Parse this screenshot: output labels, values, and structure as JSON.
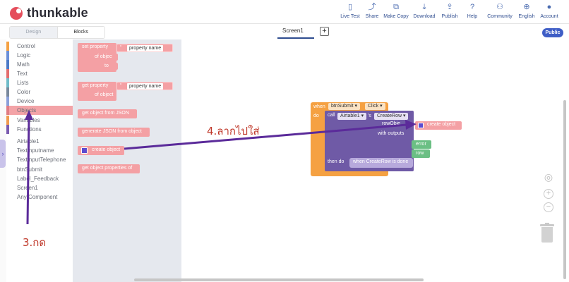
{
  "app": {
    "logo_text": "thunkable"
  },
  "topnav": [
    {
      "label": "Live Test",
      "icon": "phone-icon",
      "glyph": "▯"
    },
    {
      "label": "Share",
      "icon": "share-icon",
      "glyph": "⤴"
    },
    {
      "label": "Make Copy",
      "icon": "copy-icon",
      "glyph": "⧉"
    },
    {
      "label": "Download",
      "icon": "download-icon",
      "glyph": "⤓"
    },
    {
      "label": "Publish",
      "icon": "publish-icon",
      "glyph": "⇪"
    },
    {
      "label": "Help",
      "icon": "help-icon",
      "glyph": "?"
    },
    {
      "label": "Community",
      "icon": "community-icon",
      "glyph": "⚇"
    },
    {
      "label": "English",
      "icon": "globe-icon",
      "glyph": "⊕"
    },
    {
      "label": "Account",
      "icon": "avatar-icon",
      "glyph": "●"
    }
  ],
  "tabs": {
    "design": "Design",
    "blocks": "Blocks"
  },
  "screen_tab": "Screen1",
  "plus": "+",
  "public_button": "Public",
  "categories": [
    {
      "label": "Control",
      "color": "#f5a142"
    },
    {
      "label": "Logic",
      "color": "#6a8fd8"
    },
    {
      "label": "Math",
      "color": "#4a79c6"
    },
    {
      "label": "Text",
      "color": "#e36d6d"
    },
    {
      "label": "Lists",
      "color": "#6fbcc9"
    },
    {
      "label": "Color",
      "color": "#78889b"
    },
    {
      "label": "Device",
      "color": "#8aa0da"
    },
    {
      "label": "Objects",
      "color": "#e07c83"
    },
    {
      "label": "Variables",
      "color": "#f19c4f"
    },
    {
      "label": "Functions",
      "color": "#7a5bb0"
    },
    {
      "label": "Airtable1",
      "color": "#ffffff"
    },
    {
      "label": "TextInputname",
      "color": "#ffffff"
    },
    {
      "label": "TextInputTelephone",
      "color": "#ffffff"
    },
    {
      "label": "btnSubmit",
      "color": "#ffffff"
    },
    {
      "label": "Label_Feedback",
      "color": "#ffffff"
    },
    {
      "label": "Screen1",
      "color": "#ffffff"
    },
    {
      "label": "Any Component",
      "color": "#ffffff"
    }
  ],
  "flyout": {
    "set_property": "set property",
    "of_object": "of object",
    "to": "to",
    "property_name": "property name",
    "quote": "“",
    "get_property": "get property",
    "get_of_object": "of object",
    "get_property_name": "property name",
    "from_json": "get object from JSON",
    "gen_json": "generate JSON from object",
    "create_object": "create object",
    "get_props": "get object properties of"
  },
  "workspace": {
    "when": "when",
    "do": "do",
    "btn": "btnSubmit ▾",
    "click": "Click ▾",
    "call": "call",
    "airtable": "Airtable1 ▾",
    "apos_s": "'s",
    "create_row": "CreateRow ▾",
    "row_obj": "rowObje",
    "with_outputs": "with outputs",
    "error": "error",
    "row": "row",
    "then_do": "then do",
    "when_done": "when CreateRow is done",
    "create_object": "create object"
  },
  "annotations": {
    "step3": "3.กด",
    "step4": "4.ลากไปใส่"
  },
  "canvas_controls": {
    "recenter": "◎",
    "zoom_in": "+",
    "zoom_out": "−",
    "trash": "🗑"
  },
  "expander": "›"
}
